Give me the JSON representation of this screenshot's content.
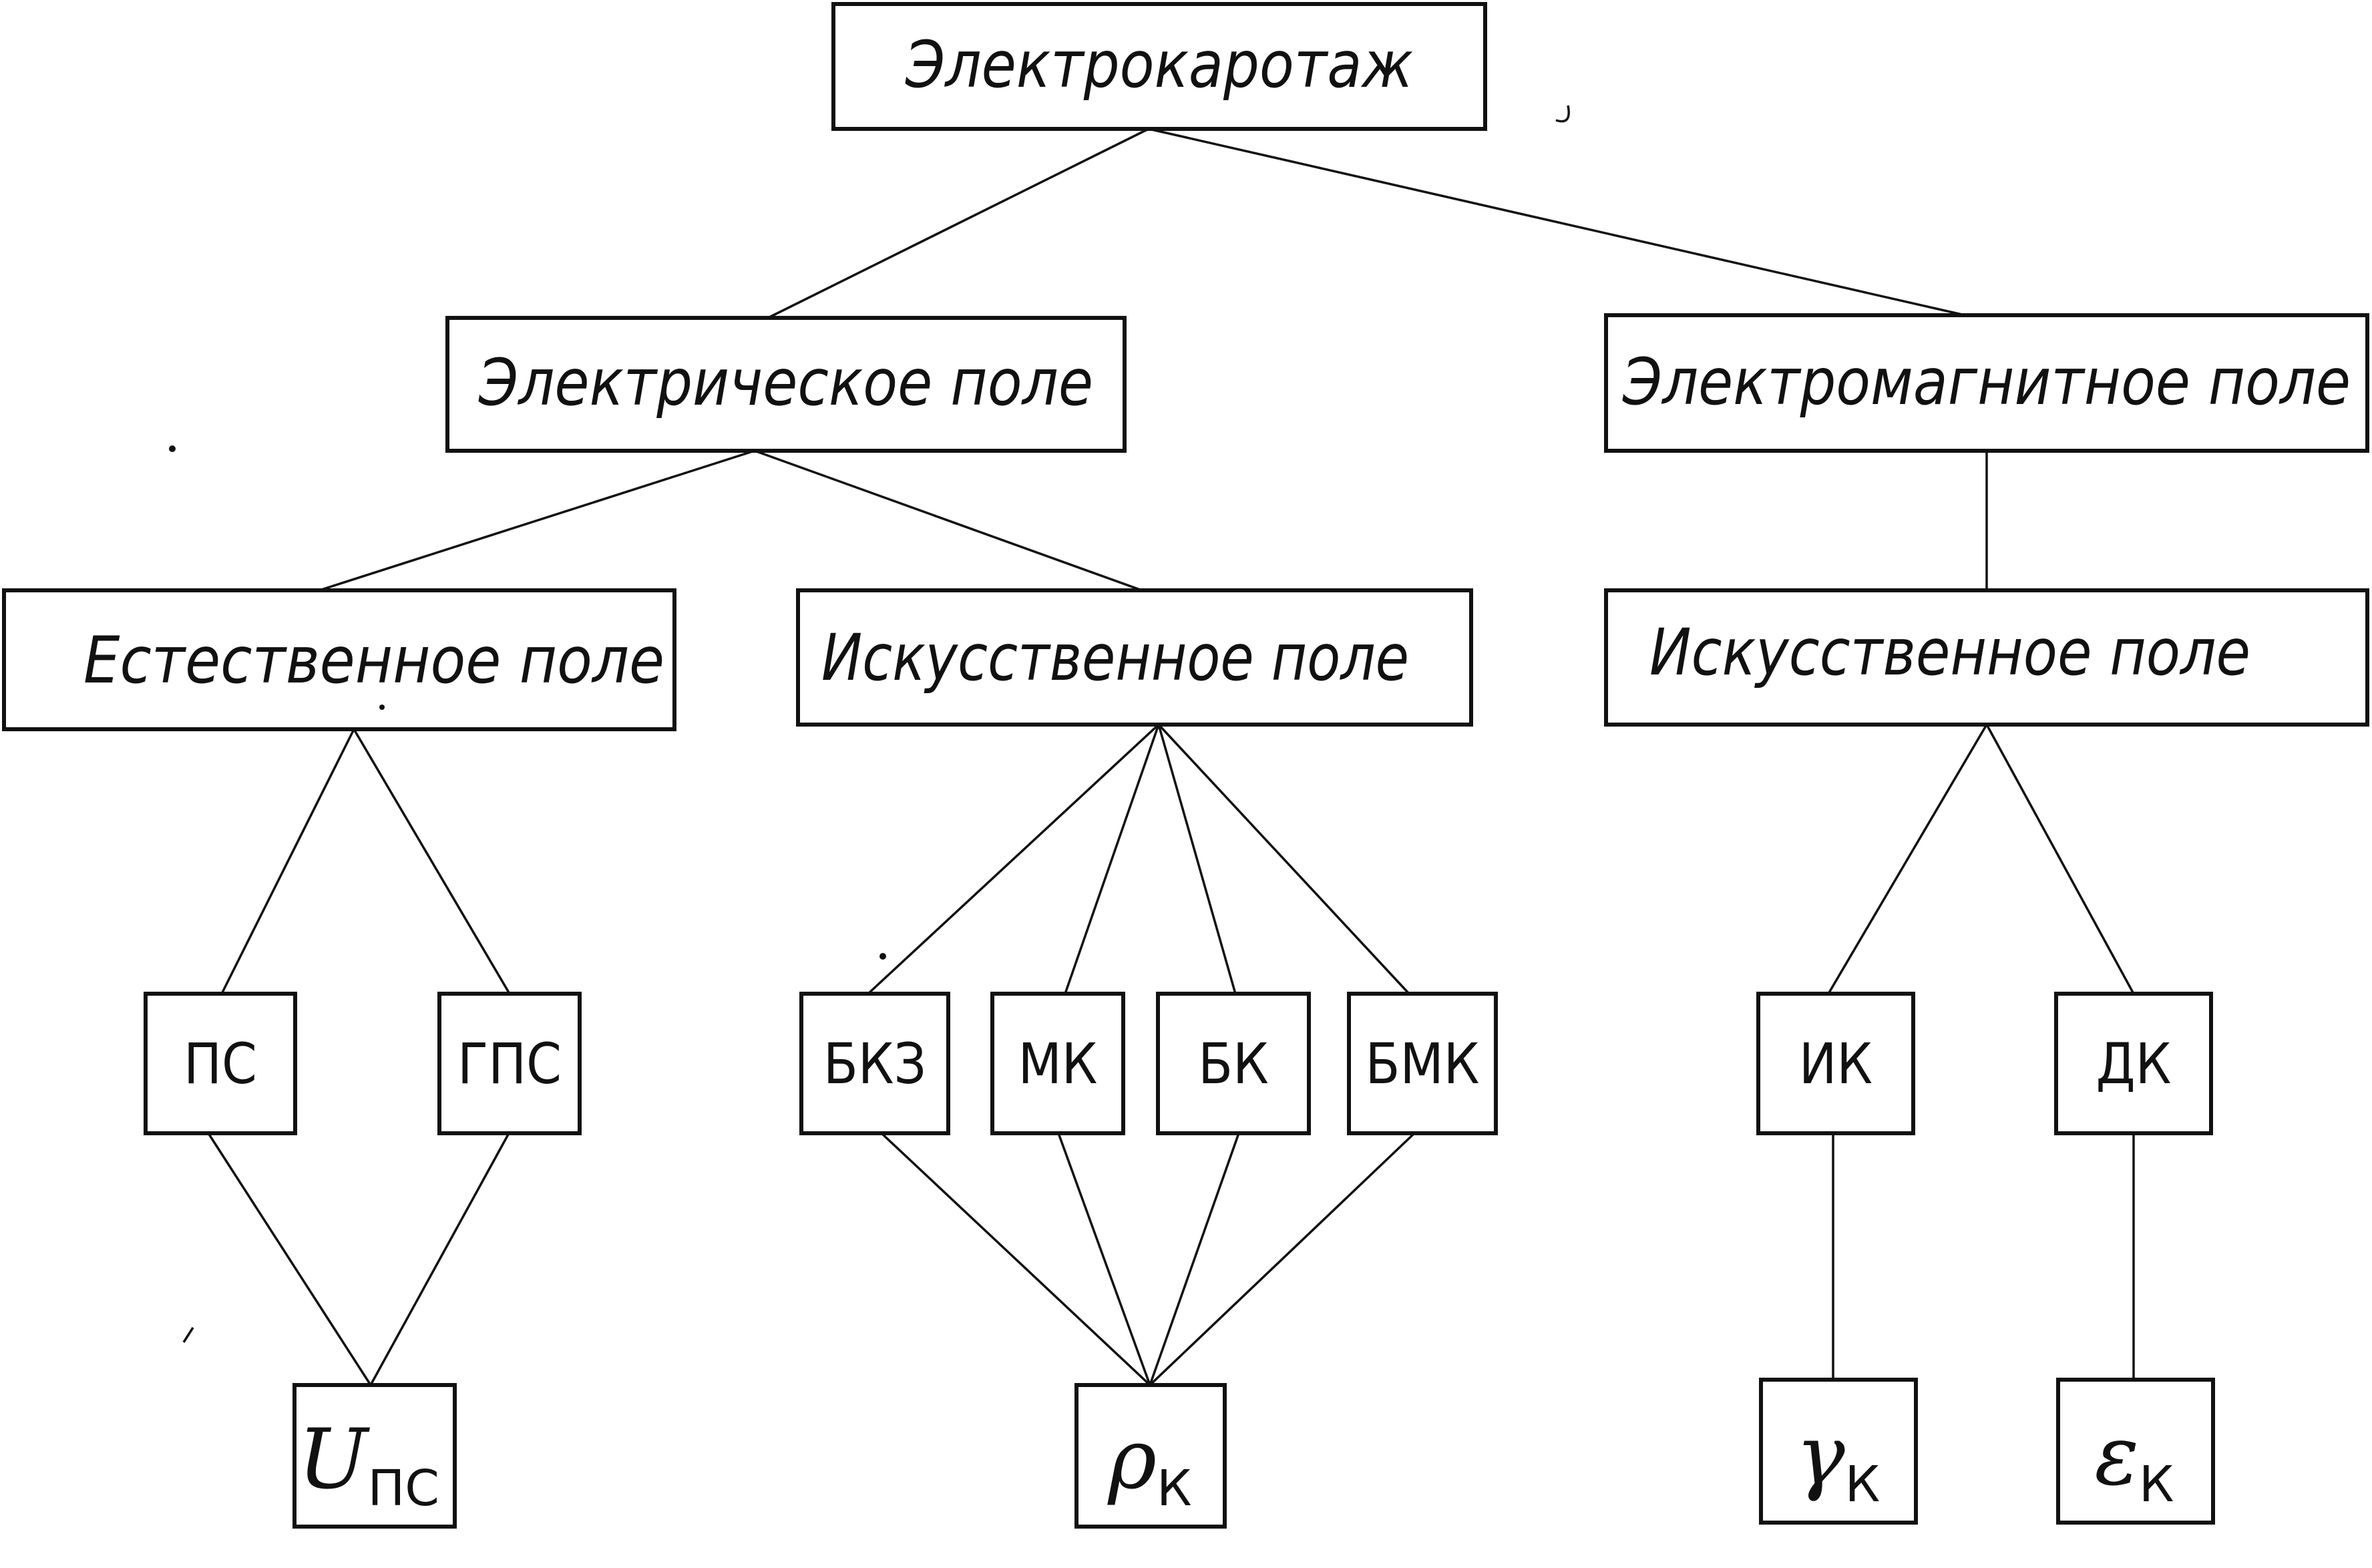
{
  "diagram": {
    "root": {
      "label": "Электрокаротаж"
    },
    "electric": {
      "label": "Электрическое поле",
      "natural": {
        "label": "Естественное поле",
        "methods": [
          "ПС",
          "ГПС"
        ],
        "result": {
          "symbol": "U",
          "subscript": "ПС"
        }
      },
      "artificial": {
        "label": "Искусственное поле",
        "methods": [
          "БКЗ",
          "МК",
          "БК",
          "БМК"
        ],
        "result": {
          "symbol": "ρ",
          "subscript": "К"
        }
      }
    },
    "electromagnetic": {
      "label": "Электромагнитное поле",
      "artificial": {
        "label": "Искусственное поле",
        "methods": [
          "ИК",
          "ДК"
        ],
        "results": [
          {
            "symbol": "γ",
            "subscript": "К"
          },
          {
            "symbol": "ε",
            "subscript": "К"
          }
        ]
      }
    }
  }
}
